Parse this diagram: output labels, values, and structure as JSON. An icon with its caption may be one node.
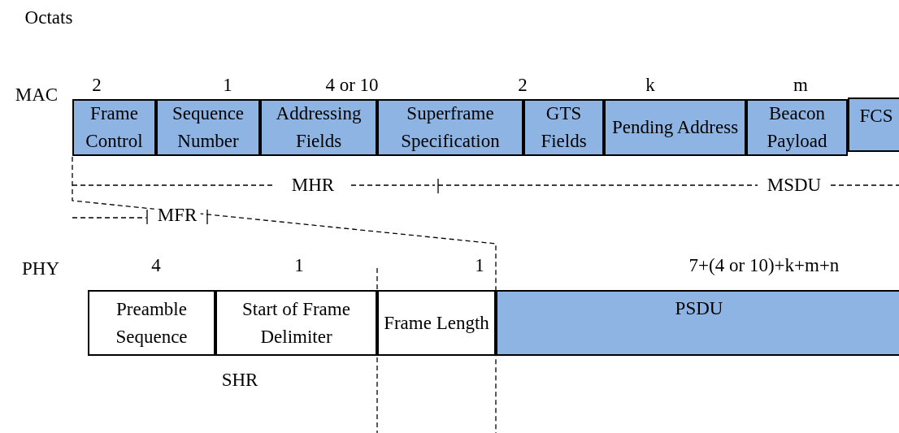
{
  "diagram": {
    "nodes": [
      {
        "text": [
          "Frame Control"
        ]
      },
      {
        "text": [
          "Sequence Number"
        ]
      },
      {
        "text": [
          "Addressing Fields"
        ]
      },
      {
        "text": [
          "Superframe Specification"
        ]
      },
      {
        "text": [
          "GTS Fields"
        ]
      },
      {
        "text": [
          "Pending Address"
        ]
      },
      {
        "text": [
          "Beacon Payload"
        ]
      },
      {
        "text": [
          "FCS"
        ]
      },
      {
        "text": [
          "Preamble Sequence"
        ]
      },
      {
        "text": [
          "Start of Frame Delimiter"
        ]
      },
      {
        "text": [
          "Frame Length"
        ]
      },
      {
        "text": [
          "PSDU"
        ]
      }
    ],
    "labels": [
      "Octats",
      "2",
      "1",
      "4 or 10",
      "2",
      "k",
      "m",
      "MAC",
      "MHR",
      "MSDU",
      "MFR",
      "PHY",
      "4",
      "1",
      "1",
      "7+(4 or 10)+k+m+n",
      "SHR"
    ]
  }
}
